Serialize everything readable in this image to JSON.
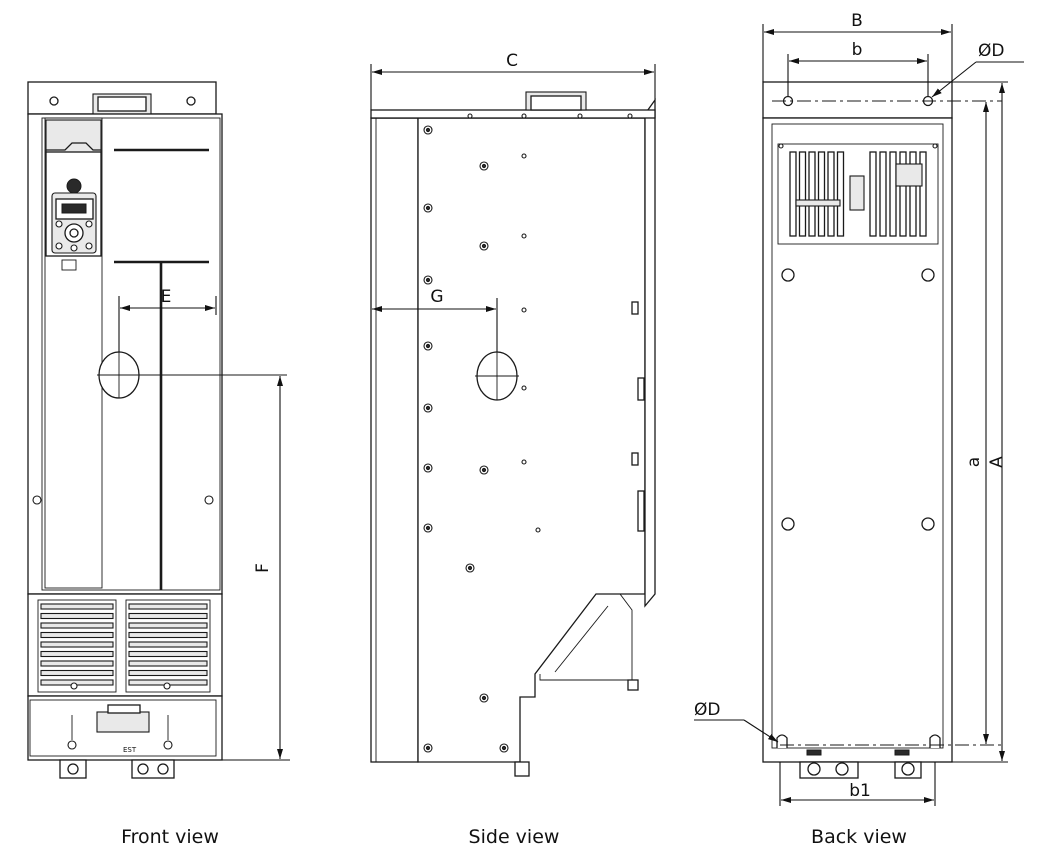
{
  "views": {
    "front": {
      "caption": "Front view",
      "dims": {
        "e": "E",
        "f": "F"
      }
    },
    "side": {
      "caption": "Side view",
      "dims": {
        "c": "C",
        "g": "G"
      }
    },
    "back": {
      "caption": "Back view",
      "dims": {
        "b_upper": "B",
        "b_lower": "b",
        "d_top": "ØD",
        "d_bottom": "ØD",
        "a_lower": "a",
        "a_upper": "A",
        "b1": "b1"
      }
    }
  }
}
